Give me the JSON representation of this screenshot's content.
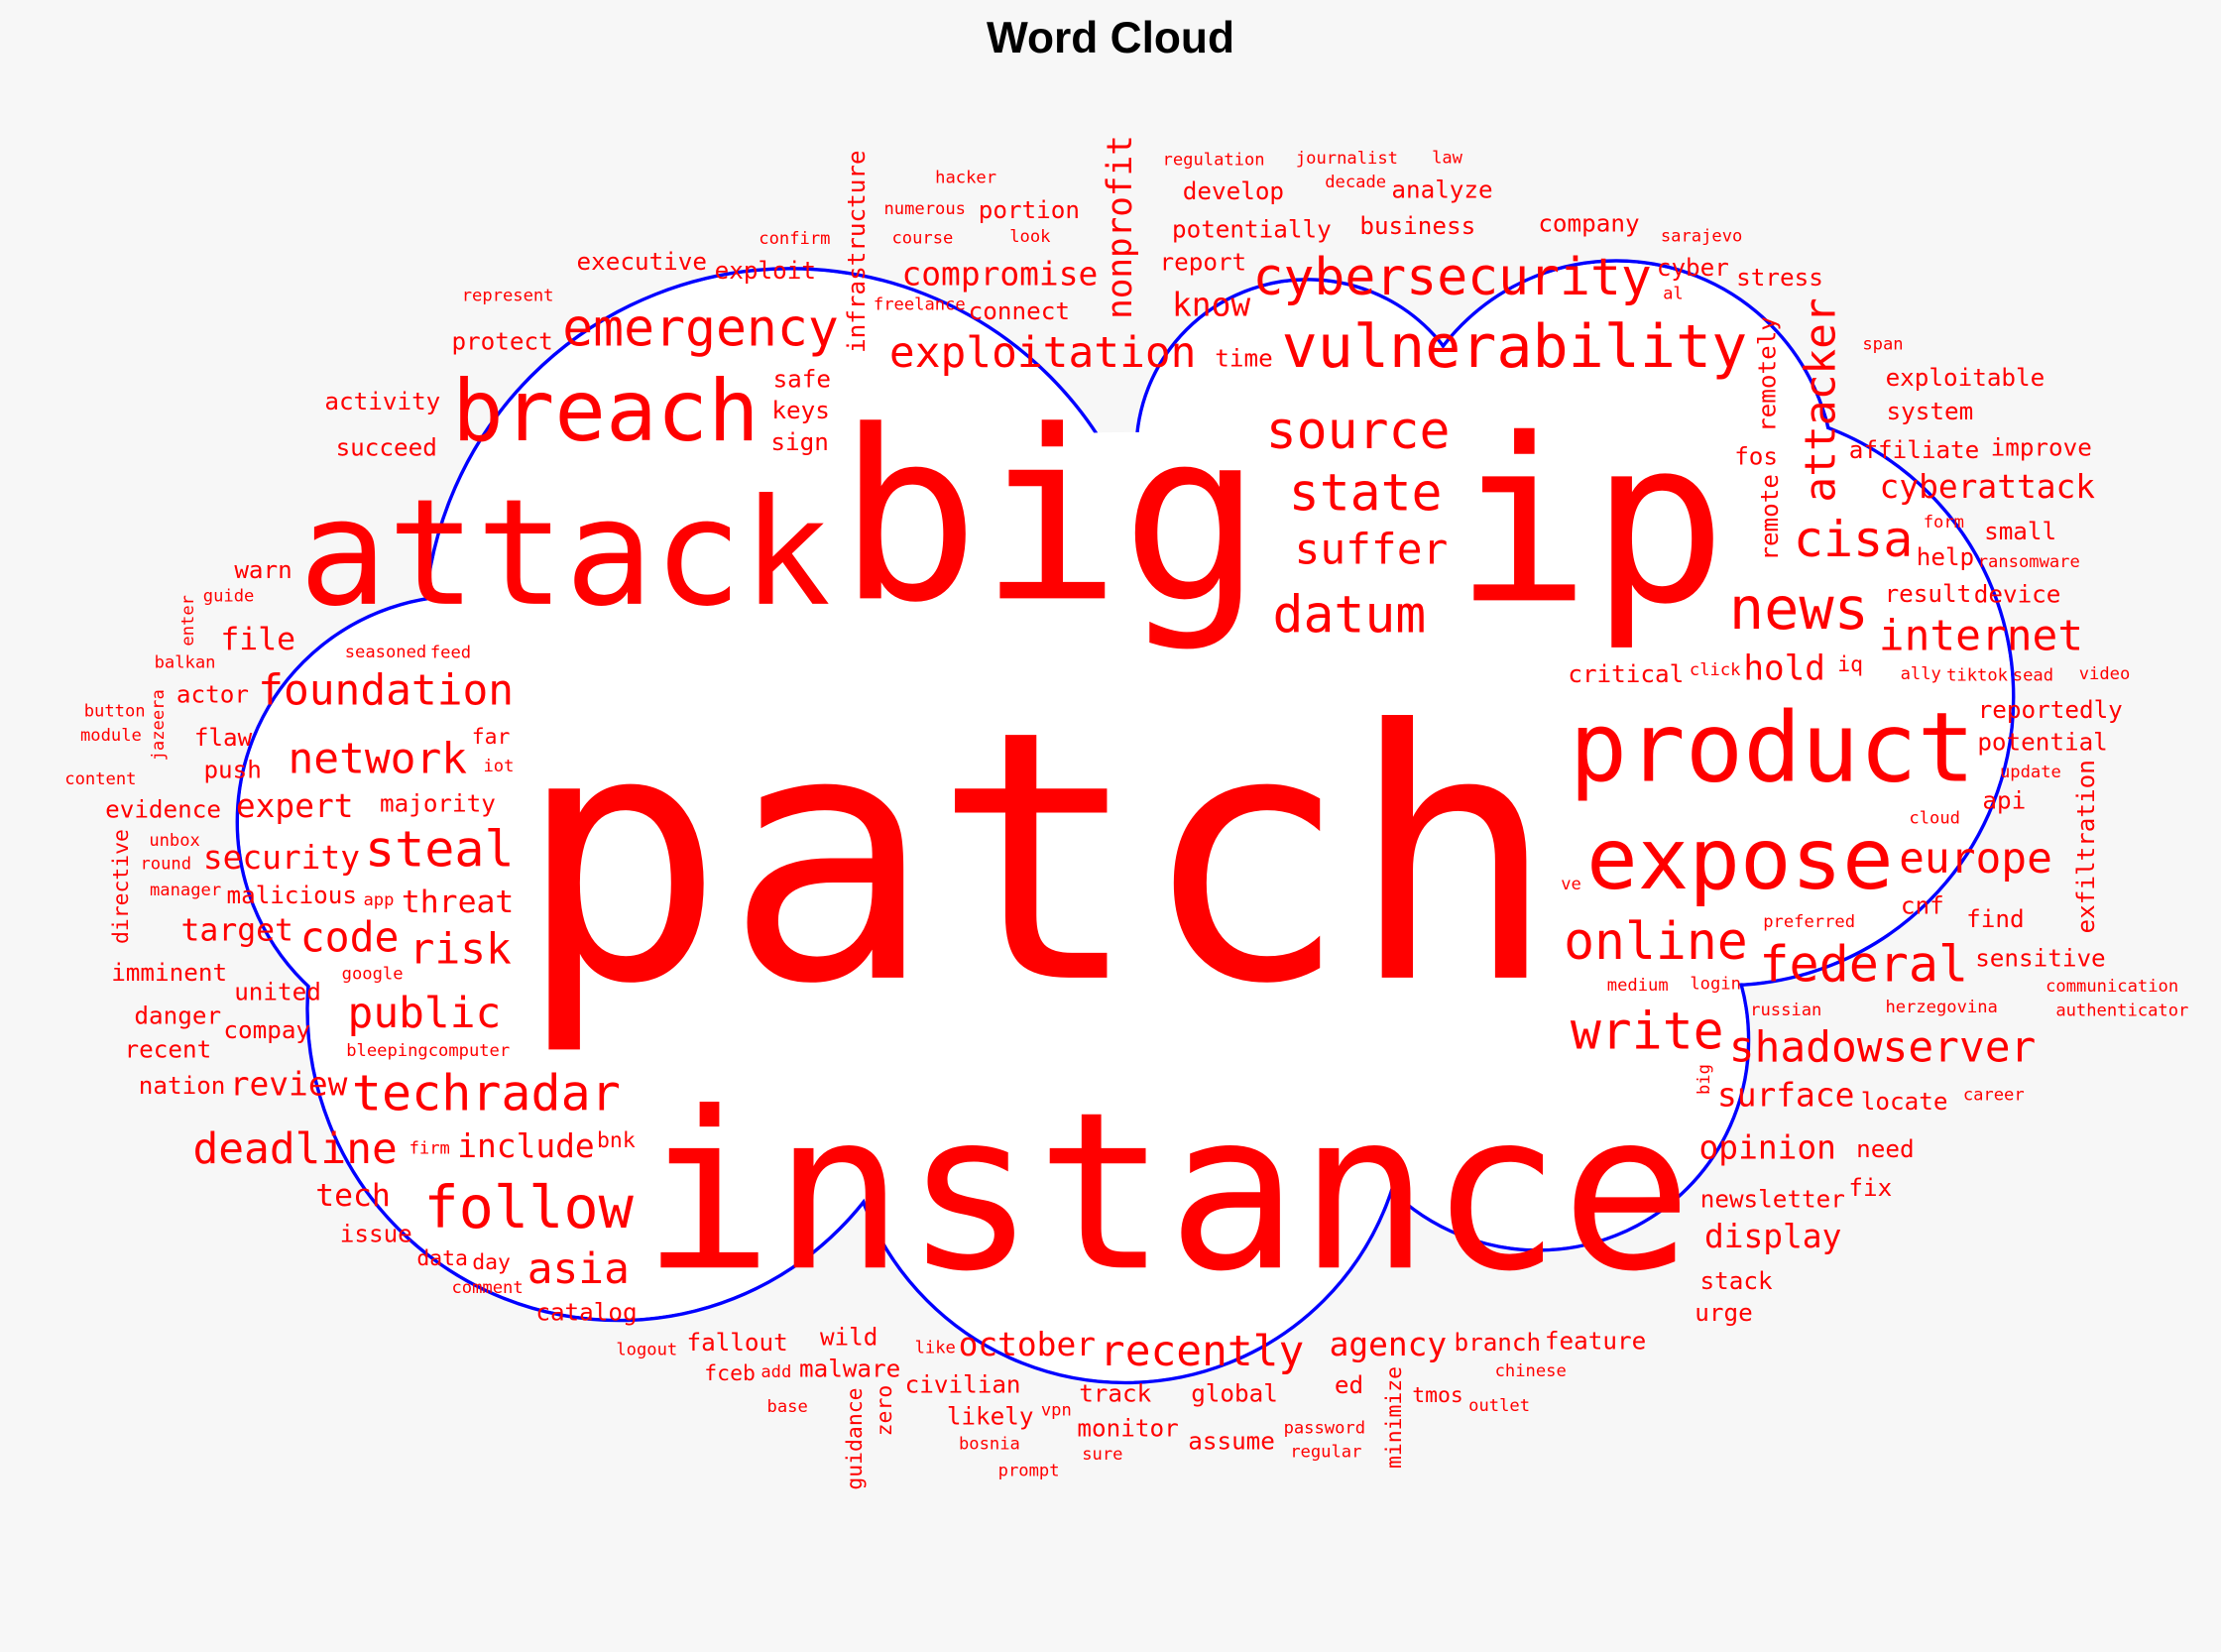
{
  "chart_data": {
    "type": "wordcloud",
    "title": "Word Cloud",
    "colors": {
      "words": "#ff0000",
      "outline": "#0000ff",
      "mask_fill": "#ffffff",
      "background": "#f7f7f7"
    },
    "words": [
      {
        "text": "patch",
        "weight": 244
      },
      {
        "text": "instance",
        "weight": 154
      },
      {
        "text": "big",
        "weight": 166
      },
      {
        "text": "ip",
        "weight": 160
      },
      {
        "text": "attack",
        "weight": 104
      },
      {
        "text": "breach",
        "weight": 60
      },
      {
        "text": "product",
        "weight": 68
      },
      {
        "text": "expose",
        "weight": 60
      },
      {
        "text": "vulnerability",
        "weight": 42
      },
      {
        "text": "follow",
        "weight": 41
      },
      {
        "text": "news",
        "weight": 41
      },
      {
        "text": "cybersecurity",
        "weight": 36
      },
      {
        "text": "emergency",
        "weight": 36
      },
      {
        "text": "source",
        "weight": 36
      },
      {
        "text": "state",
        "weight": 36
      },
      {
        "text": "online",
        "weight": 36
      },
      {
        "text": "write",
        "weight": 36
      },
      {
        "text": "datum",
        "weight": 36
      },
      {
        "text": "federal",
        "weight": 35
      },
      {
        "text": "cisa",
        "weight": 35
      },
      {
        "text": "techradar",
        "weight": 35
      },
      {
        "text": "steal",
        "weight": 35
      },
      {
        "text": "foundation",
        "weight": 30
      },
      {
        "text": "network",
        "weight": 30
      },
      {
        "text": "suffer",
        "weight": 30
      },
      {
        "text": "internet",
        "weight": 30
      },
      {
        "text": "exploitation",
        "weight": 30
      },
      {
        "text": "attacker",
        "weight": 30
      },
      {
        "text": "europe",
        "weight": 30
      },
      {
        "text": "shadowserver",
        "weight": 30
      },
      {
        "text": "risk",
        "weight": 30
      },
      {
        "text": "recently",
        "weight": 30
      },
      {
        "text": "public",
        "weight": 30
      },
      {
        "text": "asia",
        "weight": 30
      },
      {
        "text": "deadline",
        "weight": 30
      },
      {
        "text": "code",
        "weight": 29
      },
      {
        "text": "nonprofit",
        "weight": 24
      },
      {
        "text": "hold",
        "weight": 24
      },
      {
        "text": "include",
        "weight": 23
      },
      {
        "text": "cyberattack",
        "weight": 23
      },
      {
        "text": "compromise",
        "weight": 23
      },
      {
        "text": "surface",
        "weight": 23
      },
      {
        "text": "opinion",
        "weight": 23
      },
      {
        "text": "display",
        "weight": 23
      },
      {
        "text": "agency",
        "weight": 23
      },
      {
        "text": "october",
        "weight": 23
      },
      {
        "text": "expert",
        "weight": 23
      },
      {
        "text": "security",
        "weight": 23
      },
      {
        "text": "review",
        "weight": 23
      },
      {
        "text": "know",
        "weight": 23
      },
      {
        "text": "target",
        "weight": 22
      },
      {
        "text": "threat",
        "weight": 22
      },
      {
        "text": "tech",
        "weight": 22
      },
      {
        "text": "file",
        "weight": 22
      },
      {
        "text": "newsletter",
        "weight": 17
      },
      {
        "text": "infrastructure",
        "weight": 17
      },
      {
        "text": "majority",
        "weight": 17
      },
      {
        "text": "malicious",
        "weight": 17
      },
      {
        "text": "succeed",
        "weight": 17
      },
      {
        "text": "sign",
        "weight": 17
      },
      {
        "text": "keys",
        "weight": 17
      },
      {
        "text": "critical",
        "weight": 17
      },
      {
        "text": "protect",
        "weight": 17
      },
      {
        "text": "activity",
        "weight": 17
      },
      {
        "text": "time",
        "weight": 17
      },
      {
        "text": "fos",
        "weight": 17
      },
      {
        "text": "connect",
        "weight": 17
      },
      {
        "text": "potentially",
        "weight": 17
      },
      {
        "text": "develop",
        "weight": 17
      },
      {
        "text": "report",
        "weight": 17
      },
      {
        "text": "business",
        "weight": 17
      },
      {
        "text": "company",
        "weight": 17
      },
      {
        "text": "result",
        "weight": 17
      },
      {
        "text": "cyber",
        "weight": 17
      },
      {
        "text": "stress",
        "weight": 17
      },
      {
        "text": "affiliate",
        "weight": 17
      },
      {
        "text": "analyze",
        "weight": 17
      },
      {
        "text": "system",
        "weight": 17
      },
      {
        "text": "portion",
        "weight": 17
      },
      {
        "text": "help",
        "weight": 17
      },
      {
        "text": "device",
        "weight": 17
      },
      {
        "text": "reportedly",
        "weight": 17
      },
      {
        "text": "exploit",
        "weight": 17
      },
      {
        "text": "executive",
        "weight": 17
      },
      {
        "text": "small",
        "weight": 17
      },
      {
        "text": "improve",
        "weight": 17
      },
      {
        "text": "exploitable",
        "weight": 17
      },
      {
        "text": "remotely",
        "weight": 17
      },
      {
        "text": "remote",
        "weight": 17
      },
      {
        "text": "potential",
        "weight": 17
      },
      {
        "text": "api",
        "weight": 17
      },
      {
        "text": "cnf",
        "weight": 17
      },
      {
        "text": "find",
        "weight": 17
      },
      {
        "text": "sensitive",
        "weight": 17
      },
      {
        "text": "locate",
        "weight": 17
      },
      {
        "text": "need",
        "weight": 17
      },
      {
        "text": "fix",
        "weight": 17
      },
      {
        "text": "exfiltration",
        "weight": 17
      },
      {
        "text": "stack",
        "weight": 17
      },
      {
        "text": "branch",
        "weight": 17
      },
      {
        "text": "urge",
        "weight": 17
      },
      {
        "text": "feature",
        "weight": 17
      },
      {
        "text": "ed",
        "weight": 17
      },
      {
        "text": "wild",
        "weight": 17
      },
      {
        "text": "safe",
        "weight": 17
      },
      {
        "text": "united",
        "weight": 17
      },
      {
        "text": "flaw",
        "weight": 17
      },
      {
        "text": "compay",
        "weight": 17
      },
      {
        "text": "civilian",
        "weight": 17
      },
      {
        "text": "malware",
        "weight": 17
      },
      {
        "text": "track",
        "weight": 17
      },
      {
        "text": "global",
        "weight": 17
      },
      {
        "text": "push",
        "weight": 17
      },
      {
        "text": "actor",
        "weight": 17
      },
      {
        "text": "imminent",
        "weight": 17
      },
      {
        "text": "danger",
        "weight": 17
      },
      {
        "text": "nation",
        "weight": 17
      },
      {
        "text": "issue",
        "weight": 17
      },
      {
        "text": "recent",
        "weight": 17
      },
      {
        "text": "catalog",
        "weight": 17
      },
      {
        "text": "fallout",
        "weight": 17
      },
      {
        "text": "likely",
        "weight": 17
      },
      {
        "text": "monitor",
        "weight": 17
      },
      {
        "text": "assume",
        "weight": 17
      },
      {
        "text": "warn",
        "weight": 17
      },
      {
        "text": "evidence",
        "weight": 17
      },
      {
        "text": "iq",
        "weight": 15
      },
      {
        "text": "minimize",
        "weight": 15
      },
      {
        "text": "zero",
        "weight": 15
      },
      {
        "text": "guidance",
        "weight": 15
      },
      {
        "text": "far",
        "weight": 15
      },
      {
        "text": "data",
        "weight": 15
      },
      {
        "text": "day",
        "weight": 15
      },
      {
        "text": "tmos",
        "weight": 15
      },
      {
        "text": "fceb",
        "weight": 15
      },
      {
        "text": "bnk",
        "weight": 15
      },
      {
        "text": "directive",
        "weight": 15
      },
      {
        "text": "freelance",
        "weight": 12
      },
      {
        "text": "represent",
        "weight": 12
      },
      {
        "text": "course",
        "weight": 12
      },
      {
        "text": "seasoned",
        "weight": 12
      },
      {
        "text": "bleepingcomputer",
        "weight": 12
      },
      {
        "text": "iot",
        "weight": 12
      },
      {
        "text": "feed",
        "weight": 12
      },
      {
        "text": "medium",
        "weight": 12
      },
      {
        "text": "balkan",
        "weight": 12
      },
      {
        "text": "guide",
        "weight": 12
      },
      {
        "text": "jazeera",
        "weight": 12
      },
      {
        "text": "firm",
        "weight": 12
      },
      {
        "text": "content",
        "weight": 12
      },
      {
        "text": "click",
        "weight": 12
      },
      {
        "text": "module",
        "weight": 12
      },
      {
        "text": "app",
        "weight": 12
      },
      {
        "text": "round",
        "weight": 12
      },
      {
        "text": "enter",
        "weight": 12
      },
      {
        "text": "ally",
        "weight": 12
      },
      {
        "text": "button",
        "weight": 12
      },
      {
        "text": "unbox",
        "weight": 12
      },
      {
        "text": "logout",
        "weight": 12
      },
      {
        "text": "manager",
        "weight": 12
      },
      {
        "text": "google",
        "weight": 12
      },
      {
        "text": "like",
        "weight": 12
      },
      {
        "text": "base",
        "weight": 12
      },
      {
        "text": "herzegovina",
        "weight": 12
      },
      {
        "text": "preferred",
        "weight": 12
      },
      {
        "text": "cloud",
        "weight": 12
      },
      {
        "text": "look",
        "weight": 12
      },
      {
        "text": "confirm",
        "weight": 12
      },
      {
        "text": "russian",
        "weight": 12
      },
      {
        "text": "journalist",
        "weight": 12
      },
      {
        "text": "law",
        "weight": 12
      },
      {
        "text": "regulation",
        "weight": 12
      },
      {
        "text": "decade",
        "weight": 12
      },
      {
        "text": "numerous",
        "weight": 12
      },
      {
        "text": "hacker",
        "weight": 12
      },
      {
        "text": "sarajevo",
        "weight": 12
      },
      {
        "text": "al",
        "weight": 12
      },
      {
        "text": "span",
        "weight": 12
      },
      {
        "text": "form",
        "weight": 12
      },
      {
        "text": "ransomware",
        "weight": 12
      },
      {
        "text": "sead",
        "weight": 12
      },
      {
        "text": "video",
        "weight": 12
      },
      {
        "text": "tiktok",
        "weight": 12
      },
      {
        "text": "update",
        "weight": 12
      },
      {
        "text": "authenticator",
        "weight": 12
      },
      {
        "text": "login",
        "weight": 12
      },
      {
        "text": "career",
        "weight": 12
      },
      {
        "text": "communication",
        "weight": 12
      },
      {
        "text": "big",
        "weight": 12
      },
      {
        "text": "chinese",
        "weight": 12
      },
      {
        "text": "ve",
        "weight": 12
      },
      {
        "text": "password",
        "weight": 12
      },
      {
        "text": "outlet",
        "weight": 12
      },
      {
        "text": "sure",
        "weight": 12
      },
      {
        "text": "vpn",
        "weight": 12
      },
      {
        "text": "bosnia",
        "weight": 12
      },
      {
        "text": "prompt",
        "weight": 12
      },
      {
        "text": "regular",
        "weight": 12
      },
      {
        "text": "add",
        "weight": 12
      },
      {
        "text": "comment",
        "weight": 12
      }
    ]
  }
}
